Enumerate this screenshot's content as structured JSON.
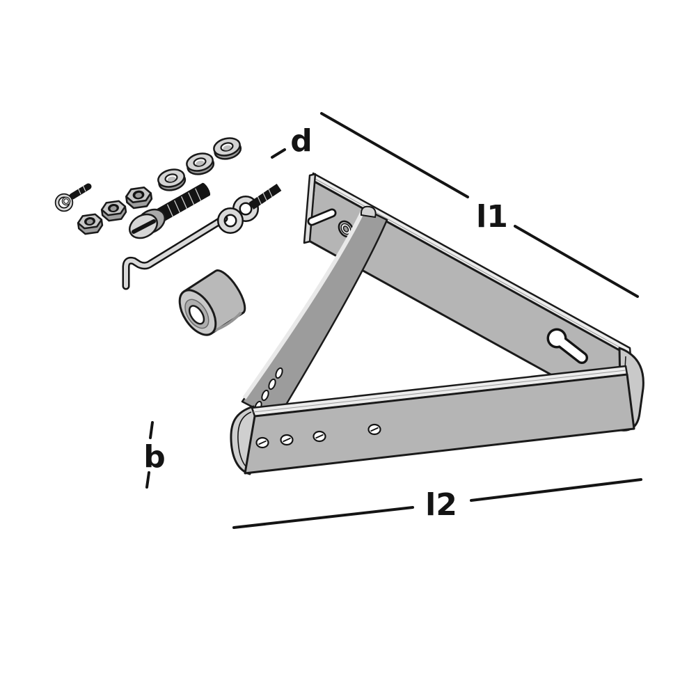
{
  "diagram": {
    "kind": "exploded-parts technical drawing of a triangular mounting bracket with fastener hardware",
    "background_color": "#ffffff",
    "outline_color": "#1a1a1a",
    "metal_light": "#ececec",
    "metal_mid": "#b5b5b5",
    "metal_dark": "#9c9c9c",
    "thread_color": "#141414",
    "labels": {
      "d": "d",
      "l1": "l1",
      "b": "b",
      "l2": "l2"
    },
    "parts": [
      "eye-screw",
      "hex-nut-1",
      "hex-nut-2",
      "hex-nut-3",
      "washer-1",
      "washer-2",
      "washer-3",
      "slotted-bolt",
      "hook-rod-with-eye-rings",
      "threaded-stud",
      "cylindrical-spacer",
      "triangular-strap-bracket"
    ]
  }
}
